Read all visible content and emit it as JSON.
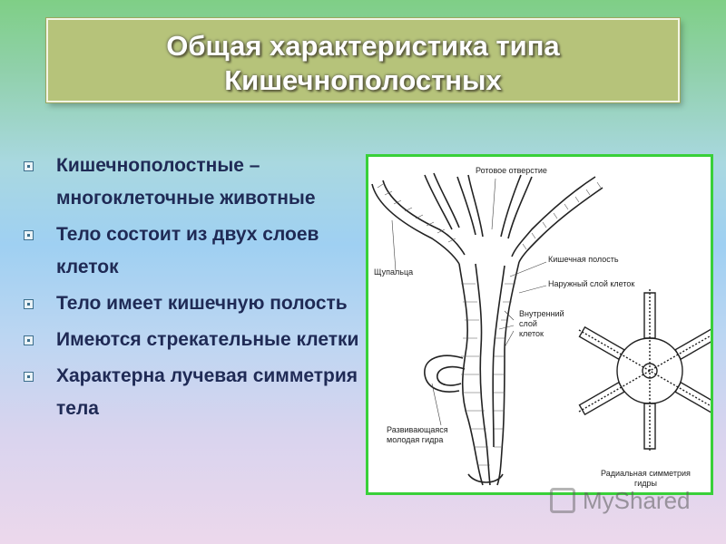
{
  "slide": {
    "title_line1": "Общая характеристика типа",
    "title_line2": "Кишечнополостных",
    "bullets": [
      "Кишечнополостные – многоклеточные животные",
      "Тело состоит из двух слоев клеток",
      "Тело имеет кишечную полость",
      "Имеются стрекательные клетки",
      "Характерна лучевая симметрия тела"
    ]
  },
  "figure": {
    "labels": {
      "mouth": "Ротовое отверстие",
      "tentacles": "Щупальца",
      "gut_cavity": "Кишечная полость",
      "outer_layer": "Наружный слой клеток",
      "inner_layer_1": "Внутренний",
      "inner_layer_2": "слой",
      "inner_layer_3": "клеток",
      "bud_1": "Развивающаяся",
      "bud_2": "молодая гидра",
      "radial_1": "Радиальная симметрия",
      "radial_2": "гидры"
    }
  },
  "watermark": {
    "text": "MyShared"
  },
  "colors": {
    "title_bg": "#b6c37a",
    "bullet_text": "#1f2a55",
    "figure_border": "#39d039"
  }
}
